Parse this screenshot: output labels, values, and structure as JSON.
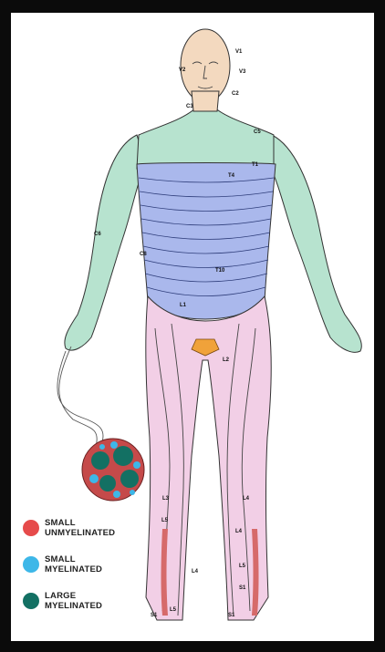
{
  "colors": {
    "frame": "#0b0b0b",
    "cervical": "#b7e3cf",
    "thoracic": "#aab8ec",
    "lumbosacral": "#f2cfe6",
    "skin": "#f3d9bf",
    "red": "#e64b4b",
    "blue": "#3db7e8",
    "green": "#137063"
  },
  "labels": {
    "v1": "V1",
    "v2": "V2",
    "v3": "V3",
    "c2": "C2",
    "c3": "C3",
    "c5": "C5",
    "c6": "C6",
    "c8": "C8",
    "t1": "T1",
    "t4": "T4",
    "t10": "T10",
    "l1": "L1",
    "l2": "L2",
    "l3": "L3",
    "l4a": "L4",
    "l4b": "L4",
    "l4c": "L4",
    "l5a": "L5",
    "l5b": "L5",
    "l5c": "L5",
    "s1a": "S1",
    "s1b": "S1",
    "s1c": "S1"
  },
  "legend": [
    {
      "color": "#e64b4b",
      "line1": "SMALL",
      "line2": "UNMYELINATED"
    },
    {
      "color": "#3db7e8",
      "line1": "SMALL",
      "line2": "MYELINATED"
    },
    {
      "color": "#137063",
      "line1": "LARGE",
      "line2": "MYELINATED"
    }
  ]
}
